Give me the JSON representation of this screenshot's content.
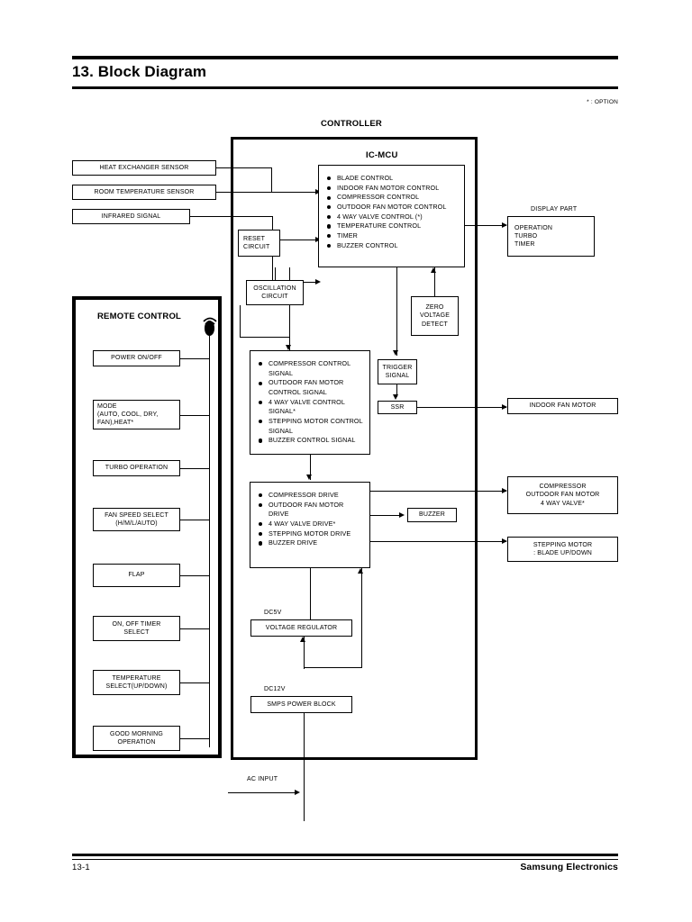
{
  "document": {
    "title": "13. Block Diagram",
    "option_note": "* : OPTION",
    "footer_page": "13-1",
    "footer_brand": "Samsung Electronics"
  },
  "controller": {
    "label": "CONTROLLER",
    "ic_mcu": {
      "label": "IC-MCU",
      "items": [
        "BLADE CONTROL",
        "INDOOR FAN MOTOR CONTROL",
        "COMPRESSOR CONTROL",
        "OUTDOOR FAN MOTOR CONTROL",
        "4 WAY VALVE CONTROL (*)",
        "TEMPERATURE CONTROL",
        "TIMER",
        "BUZZER CONTROL"
      ]
    },
    "reset_circuit": "RESET\nCIRCUIT",
    "reset_circuit_lines": [
      "RESET",
      "CIRCUIT"
    ],
    "oscillation_circuit_lines": [
      "OSCILLATION",
      "CIRCUIT"
    ],
    "zero_voltage_detect_lines": [
      "ZERO",
      "VOLTAGE",
      "DETECT"
    ],
    "trigger_signal_lines": [
      "TRIGGER",
      "SIGNAL"
    ],
    "ssr": "SSR",
    "buzzer": "BUZZER",
    "control_signals": [
      "COMPRESSOR CONTROL SIGNAL",
      "OUTDOOR FAN MOTOR CONTROL SIGNAL",
      "4 WAY VALVE CONTROL SIGNAL*",
      "STEPPING MOTOR CONTROL SIGNAL",
      "BUZZER CONTROL SIGNAL"
    ],
    "drives": [
      "COMPRESSOR DRIVE",
      "OUTDOOR FAN MOTOR DRIVE",
      "4 WAY VALVE DRIVE*",
      "STEPPING MOTOR DRIVE",
      "BUZZER DRIVE"
    ],
    "power": {
      "dc5v_label": "DC5V",
      "voltage_regulator": "VOLTAGE REGULATOR",
      "dc12v_label": "DC12V",
      "smps_power_block": "SMPS POWER BLOCK"
    },
    "ac_input": "AC INPUT"
  },
  "inputs": [
    {
      "label": "HEAT EXCHANGER SENSOR"
    },
    {
      "label": "ROOM TEMPERATURE SENSOR"
    },
    {
      "label": "INFRARED SIGNAL"
    }
  ],
  "remote_control": {
    "title": "REMOTE CONTROL",
    "antenna_icon": "ir-transmitter-icon",
    "buttons": [
      {
        "lines": [
          "POWER ON/OFF"
        ]
      },
      {
        "lines": [
          "MODE",
          "(AUTO, COOL, DRY,",
          "FAN),HEAT*"
        ]
      },
      {
        "lines": [
          "TURBO OPERATION"
        ]
      },
      {
        "lines": [
          "FAN SPEED SELECT",
          "(H/M/L/AUTO)"
        ]
      },
      {
        "lines": [
          "FLAP"
        ]
      },
      {
        "lines": [
          "ON, OFF TIMER",
          "SELECT"
        ]
      },
      {
        "lines": [
          "TEMPERATURE",
          "SELECT(UP/DOWN)"
        ]
      },
      {
        "lines": [
          "GOOD MORNING",
          "OPERATION"
        ]
      }
    ]
  },
  "outputs": {
    "display_part": {
      "caption": "DISPLAY PART",
      "items": [
        "OPERATION",
        "TURBO",
        "TIMER"
      ]
    },
    "indoor_fan_motor": "INDOOR FAN MOTOR",
    "compressor_group": [
      "COMPRESSOR",
      "OUTDOOR FAN MOTOR",
      "4 WAY VALVE*"
    ],
    "stepping_motor": [
      "STEPPING MOTOR",
      ": BLADE UP/DOWN"
    ]
  }
}
